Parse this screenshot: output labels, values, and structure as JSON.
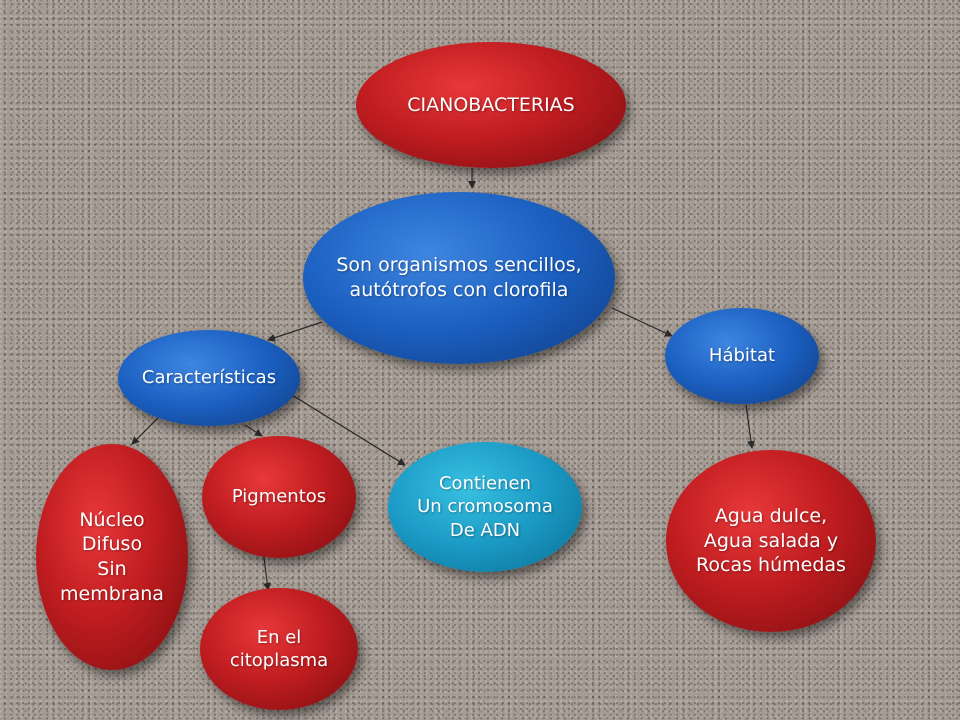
{
  "nodes": {
    "cianobacterias": "CIANOBACTERIAS",
    "organismos": "Son organismos sencillos,\nautótrofos con clorofila",
    "caracteristicas": "Características",
    "habitat": "Hábitat",
    "nucleo": "Núcleo\nDifuso\nSin\nmembrana",
    "pigmentos": "Pigmentos",
    "contienen": "Contienen\nUn cromosoma\nDe ADN",
    "agua": "Agua dulce,\nAgua salada y\nRocas húmedas",
    "citoplasma": "En el\ncitoplasma"
  },
  "colors": {
    "red": "#c01d20",
    "blue": "#1b5fc0",
    "teal": "#1a99c4",
    "connector": "#2a2a2a"
  }
}
